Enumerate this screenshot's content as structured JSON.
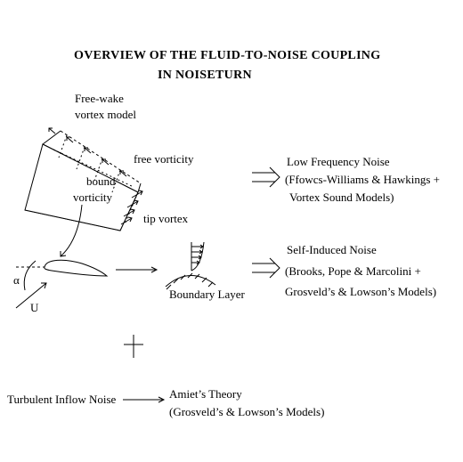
{
  "title": {
    "line1": "OVERVIEW OF THE FLUID-TO-NOISE COUPLING",
    "line2": "IN NOISETURN"
  },
  "labels": {
    "free_wake_1": "Free-wake",
    "free_wake_2": "vortex model",
    "free_vorticity": "free vorticity",
    "bound_1": "bound",
    "bound_2": "vorticity",
    "tip_vortex": "tip vortex",
    "alpha": "α",
    "velocity": "U",
    "boundary_layer": "Boundary Layer",
    "turbulent_inflow": "Turbulent Inflow Noise",
    "plus": "+"
  },
  "outputs": {
    "low_freq": {
      "title": "Low Frequency Noise",
      "line2": "(Ffowcs-Williams & Hawkings +",
      "line3": "Vortex Sound Models)"
    },
    "self_induced": {
      "title": "Self-Induced Noise",
      "line2": "(Brooks, Pope & Marcolini +",
      "line3": "Grosveld’s & Lowson’s Models)"
    },
    "amiet": {
      "title": "Amiet’s Theory",
      "line2": "(Grosveld’s & Lowson’s Models)"
    }
  }
}
